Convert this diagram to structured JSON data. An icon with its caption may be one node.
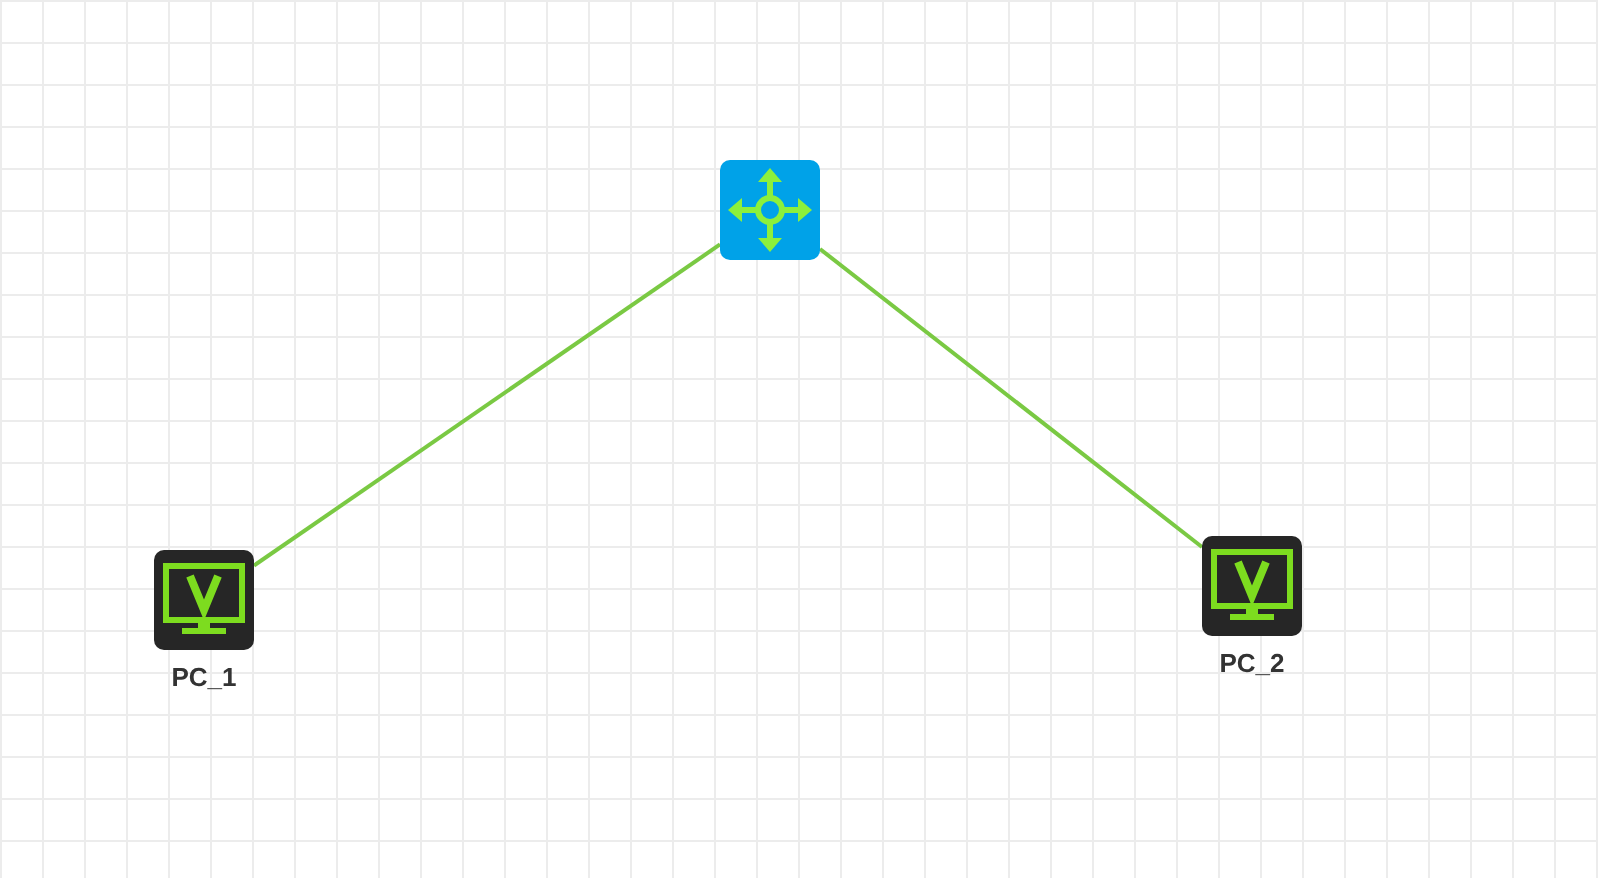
{
  "diagram": {
    "nodes": [
      {
        "text": [],
        "shape": "box"
      },
      {
        "text": [
          "PC_1"
        ]
      },
      {
        "text": [
          "PC_2"
        ]
      }
    ],
    "edges": [
      {
        "from": 0,
        "to": 1,
        "arrow": "none"
      },
      {
        "from": 0,
        "to": 2,
        "arrow": "none"
      }
    ]
  }
}
